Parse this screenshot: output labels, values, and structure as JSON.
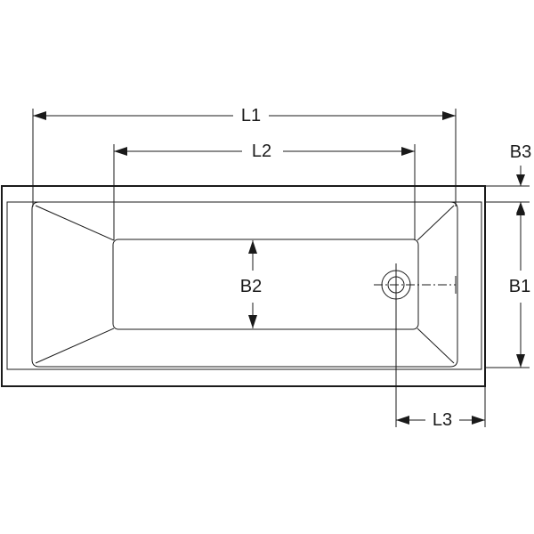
{
  "dimensions": {
    "l1": "L1",
    "l2": "L2",
    "l3": "L3",
    "b1": "B1",
    "b2": "B2",
    "b3": "B3"
  }
}
